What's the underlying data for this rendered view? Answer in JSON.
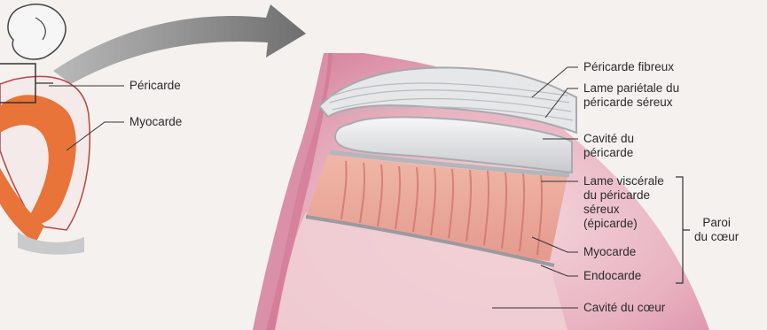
{
  "labels": {
    "pericarde": "Péricarde",
    "myocarde_left": "Myocarde",
    "pericarde_fibreux": "Péricarde fibreux",
    "lame_parietale_1": "Lame pariétale du",
    "lame_parietale_2": "péricarde séreux",
    "cavite_pericarde_1": "Cavité du",
    "cavite_pericarde_2": "péricarde",
    "lame_viscerale_1": "Lame viscérale",
    "lame_viscerale_2": "du péricarde",
    "lame_viscerale_3": "séreux",
    "lame_viscerale_4": "(épicarde)",
    "myocarde_right": "Myocarde",
    "endocarde": "Endocarde",
    "paroi_1": "Paroi",
    "paroi_2": "du cœur",
    "cavite_coeur": "Cavité du cœur"
  },
  "colors": {
    "background": "#f4f1ee",
    "tissue_pink": "#e8a7b8",
    "myocardium_orange": "#e8743a",
    "membrane_grey": "#d9dadc",
    "leader_line": "#333333"
  }
}
